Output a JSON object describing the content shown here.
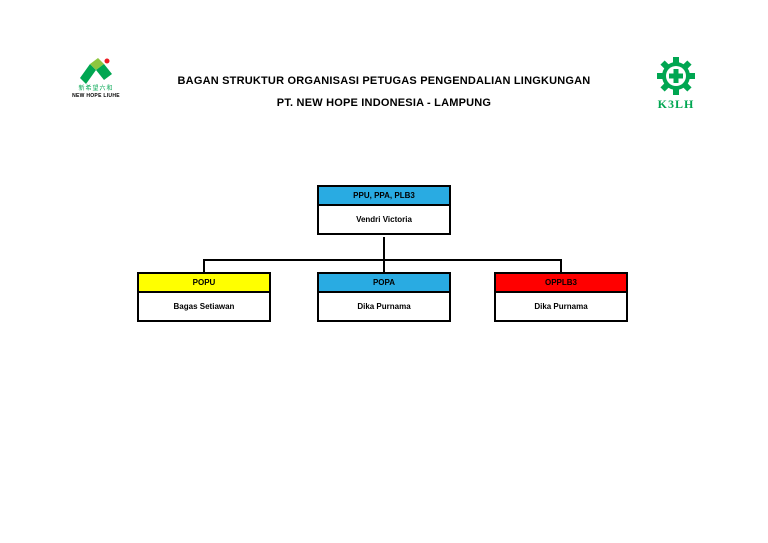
{
  "page": {
    "title_line1": "BAGAN STRUKTUR ORGANISASI PETUGAS PENGENDALIAN LINGKUNGAN",
    "title_line2": "PT. NEW HOPE INDONESIA - LAMPUNG"
  },
  "logos": {
    "left": {
      "chinese_text": "新希望六和",
      "company_name": "NEW HOPE LIUHE",
      "green": "#00A651",
      "light_green": "#8DC63F",
      "red": "#ED1C24"
    },
    "right": {
      "label": "K3LH",
      "color": "#00A651"
    }
  },
  "org_chart": {
    "root": {
      "title": "PPU, PPA, PLB3",
      "name": "Vendri Victoria",
      "header_color": "#29ABE2"
    },
    "children": [
      {
        "title": "POPU",
        "name": "Bagas Setiawan",
        "header_color": "#FFFF00"
      },
      {
        "title": "POPA",
        "name": "Dika Purnama",
        "header_color": "#29ABE2"
      },
      {
        "title": "OPPLB3",
        "name": "Dika Purnama",
        "header_color": "#FF0000"
      }
    ]
  }
}
